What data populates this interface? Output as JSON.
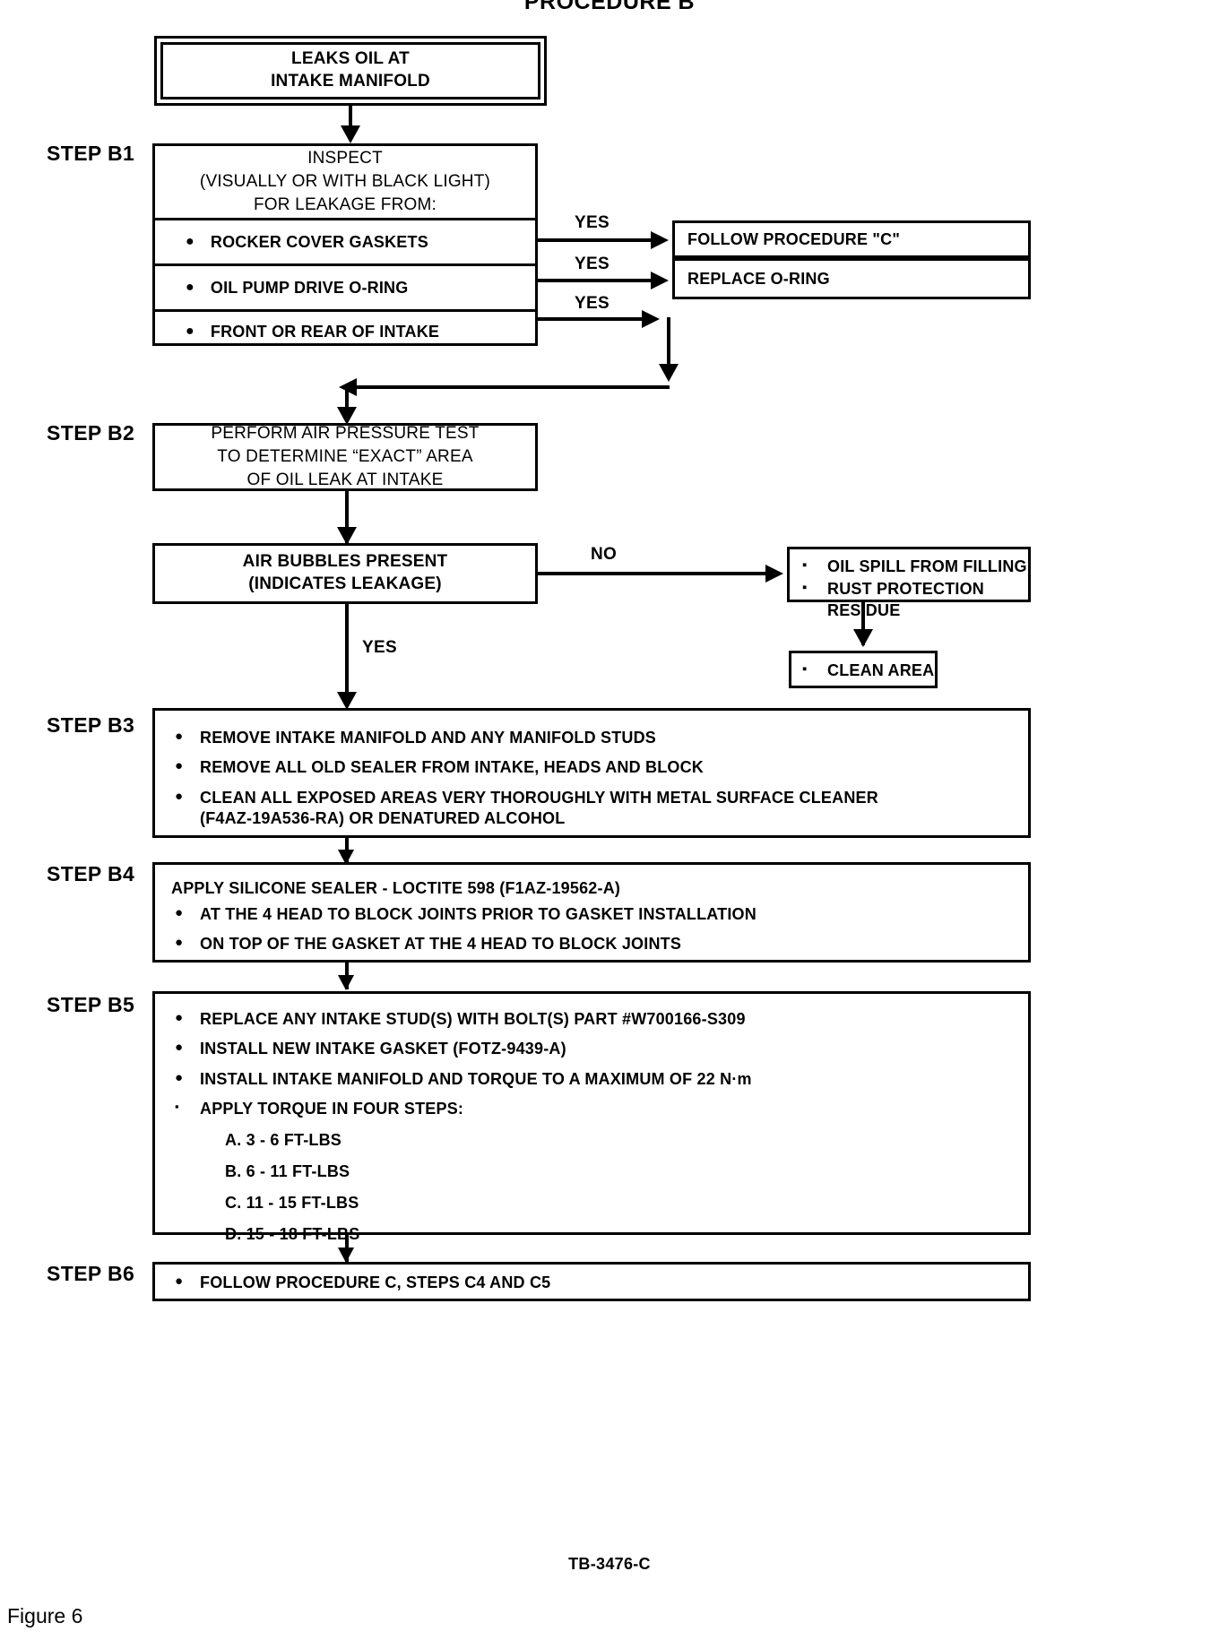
{
  "title": "PROCEDURE B",
  "footer": {
    "code": "TB-3476-C",
    "caption": "Figure 6"
  },
  "start_box": {
    "line1": "LEAKS OIL AT",
    "line2": "INTAKE MANIFOLD"
  },
  "steps": {
    "b1": {
      "label": "STEP B1",
      "header": {
        "line1": "INSPECT",
        "line2": "(VISUALLY OR WITH BLACK LIGHT)",
        "line3": "FOR LEAKAGE FROM:"
      },
      "options": [
        "ROCKER COVER GASKETS",
        "OIL PUMP DRIVE O-RING",
        "FRONT OR REAR OF INTAKE"
      ],
      "branch_labels": [
        "YES",
        "YES",
        "YES"
      ],
      "outcomes": [
        "FOLLOW PROCEDURE \"C\"",
        "REPLACE O-RING"
      ]
    },
    "b2": {
      "label": "STEP B2",
      "action": {
        "line1": "PERFORM AIR PRESSURE TEST",
        "line2": "TO DETERMINE “EXACT” AREA",
        "line3": "OF OIL LEAK AT INTAKE"
      },
      "decision": {
        "line1": "AIR BUBBLES PRESENT",
        "line2": "(INDICATES LEAKAGE)"
      },
      "no_label": "NO",
      "yes_label": "YES",
      "no_outcomes": [
        "OIL SPILL FROM FILLING",
        "RUST PROTECTION RESIDUE"
      ],
      "clean_area": "CLEAN AREA"
    },
    "b3": {
      "label": "STEP B3",
      "items": [
        "REMOVE INTAKE MANIFOLD AND ANY MANIFOLD STUDS",
        "REMOVE ALL OLD SEALER FROM INTAKE, HEADS AND BLOCK",
        "CLEAN ALL EXPOSED AREAS VERY THOROUGHLY WITH METAL SURFACE CLEANER (F4AZ-19A536-RA) OR DENATURED ALCOHOL"
      ]
    },
    "b4": {
      "label": "STEP B4",
      "lead": "APPLY SILICONE SEALER - LOCTITE 598 (F1AZ-19562-A)",
      "items": [
        "AT THE 4 HEAD TO BLOCK JOINTS PRIOR TO GASKET INSTALLATION",
        "ON TOP OF THE GASKET AT THE 4 HEAD TO BLOCK JOINTS"
      ]
    },
    "b5": {
      "label": "STEP B5",
      "items": [
        "REPLACE ANY INTAKE STUD(S) WITH BOLT(S) PART #W700166-S309",
        "INSTALL NEW INTAKE GASKET (FOTZ-9439-A)",
        "INSTALL INTAKE MANIFOLD AND TORQUE TO A MAXIMUM OF 22 N·m",
        "APPLY TORQUE IN FOUR STEPS:"
      ],
      "torque_steps": [
        "A.  3 - 6 FT-LBS",
        "B.  6 - 11 FT-LBS",
        "C. 11 - 15 FT-LBS",
        "D. 15 - 18 FT-LBS"
      ]
    },
    "b6": {
      "label": "STEP B6",
      "items": [
        "FOLLOW PROCEDURE C, STEPS C4 AND C5"
      ]
    }
  }
}
